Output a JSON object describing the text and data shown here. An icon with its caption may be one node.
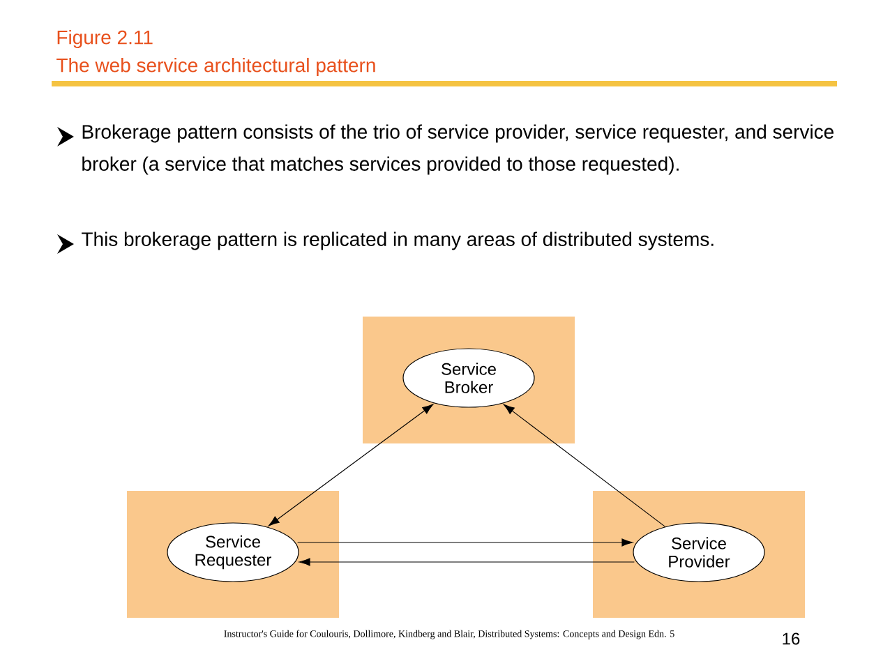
{
  "diagram": {
    "title": "The web service architectural pattern",
    "nodes": [
      {
        "text": [],
        "shape": "box"
      },
      {
        "text": [
          "Service Broker"
        ],
        "in": 0
      },
      {
        "text": [],
        "shape": "box"
      },
      {
        "text": [
          "Service Requester"
        ],
        "in": 2
      },
      {
        "text": [],
        "shape": "box"
      },
      {
        "text": [
          "Service Provider"
        ],
        "in": 4
      }
    ],
    "edges": [
      {
        "from": 1,
        "to": 3,
        "arrow": "both"
      },
      {
        "from": 5,
        "to": 1,
        "arrow": "to"
      },
      {
        "from": 3,
        "to": 5,
        "arrow": "to"
      },
      {
        "from": 5,
        "to": 3,
        "arrow": "to"
      }
    ],
    "labels": [
      "Figure 2.11",
      "Brokerage pattern consists of the trio of service provider, service requester, and service broker (a service that matches services provided to those requested).",
      "This brokerage pattern is replicated in many areas of distributed systems.",
      "Instructor's Guide for Coulouris, Dollimore, Kindberg and Blair, Distributed Systems: Concepts and Design Edn. 5",
      "16"
    ]
  }
}
